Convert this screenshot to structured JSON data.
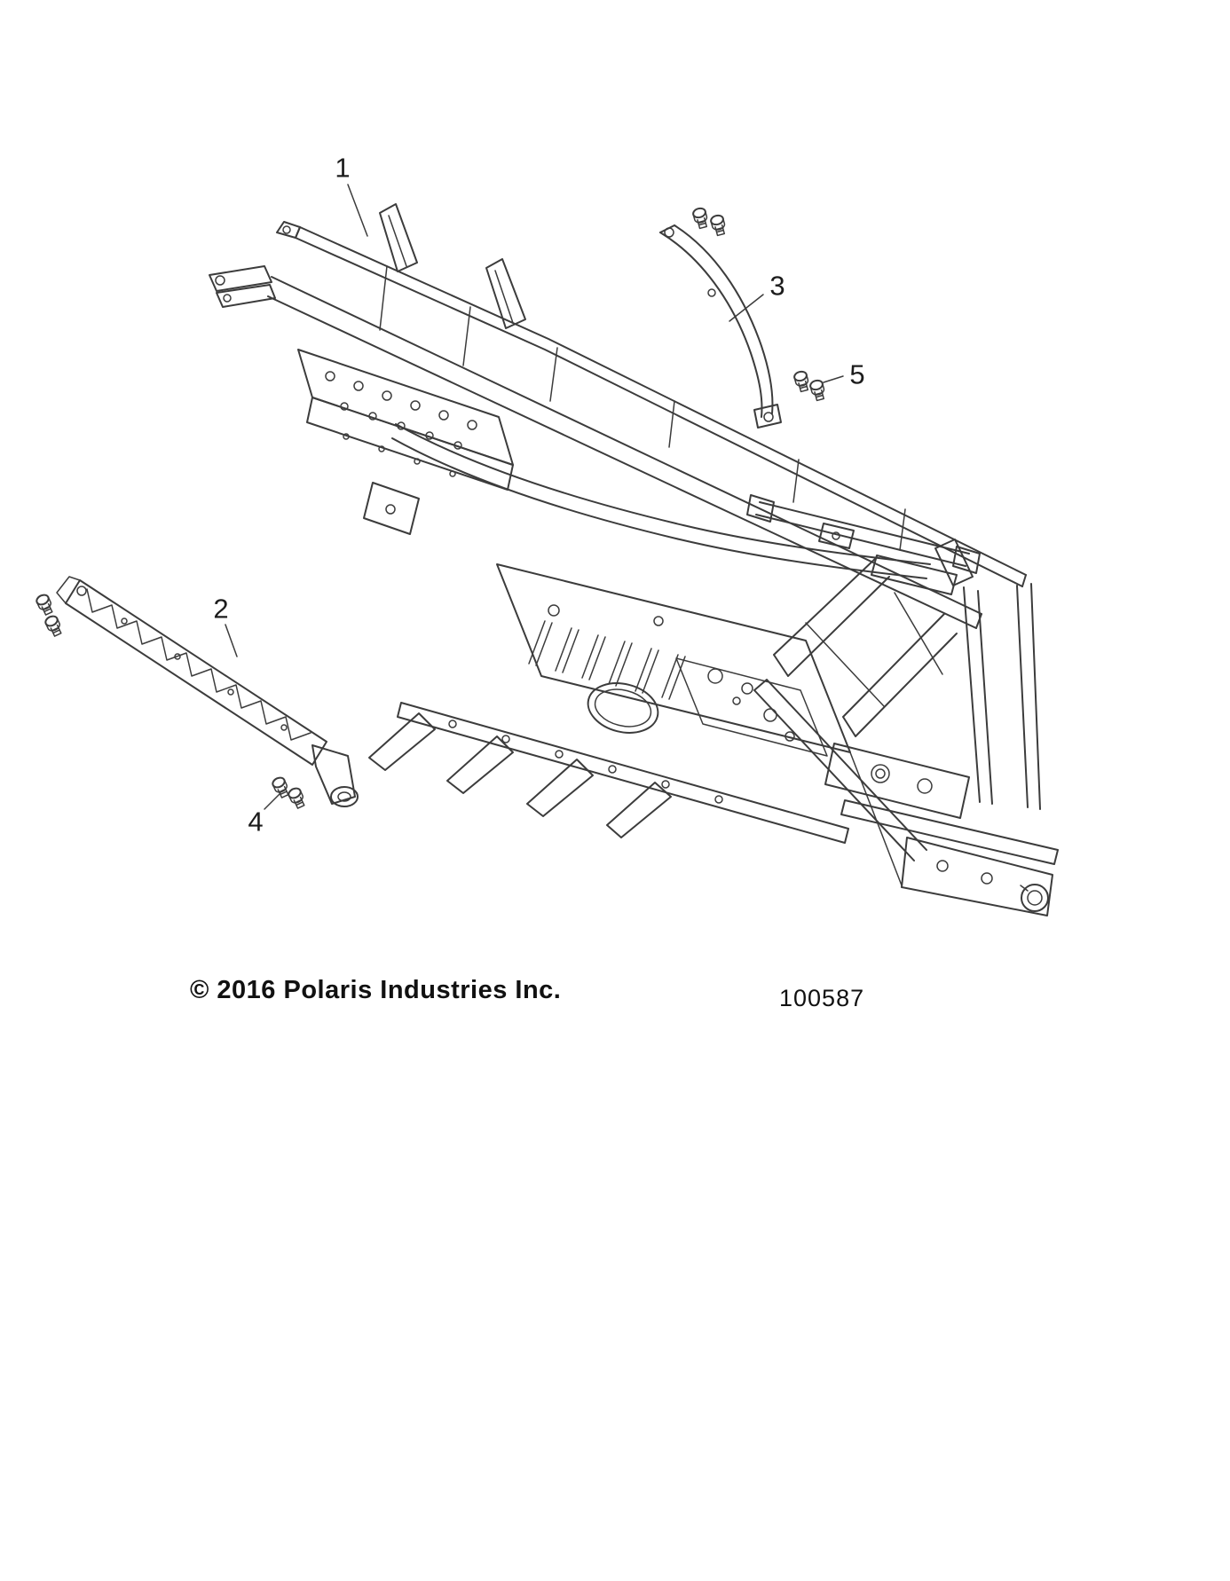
{
  "page": {
    "background": "#ffffff",
    "line_color": "#3c3c3c"
  },
  "diagram": {
    "callouts": [
      {
        "label": "1"
      },
      {
        "label": "2"
      },
      {
        "label": "3"
      },
      {
        "label": "4"
      },
      {
        "label": "5"
      }
    ],
    "copyright": "© 2016 Polaris Industries Inc.",
    "document_number": "100587"
  }
}
